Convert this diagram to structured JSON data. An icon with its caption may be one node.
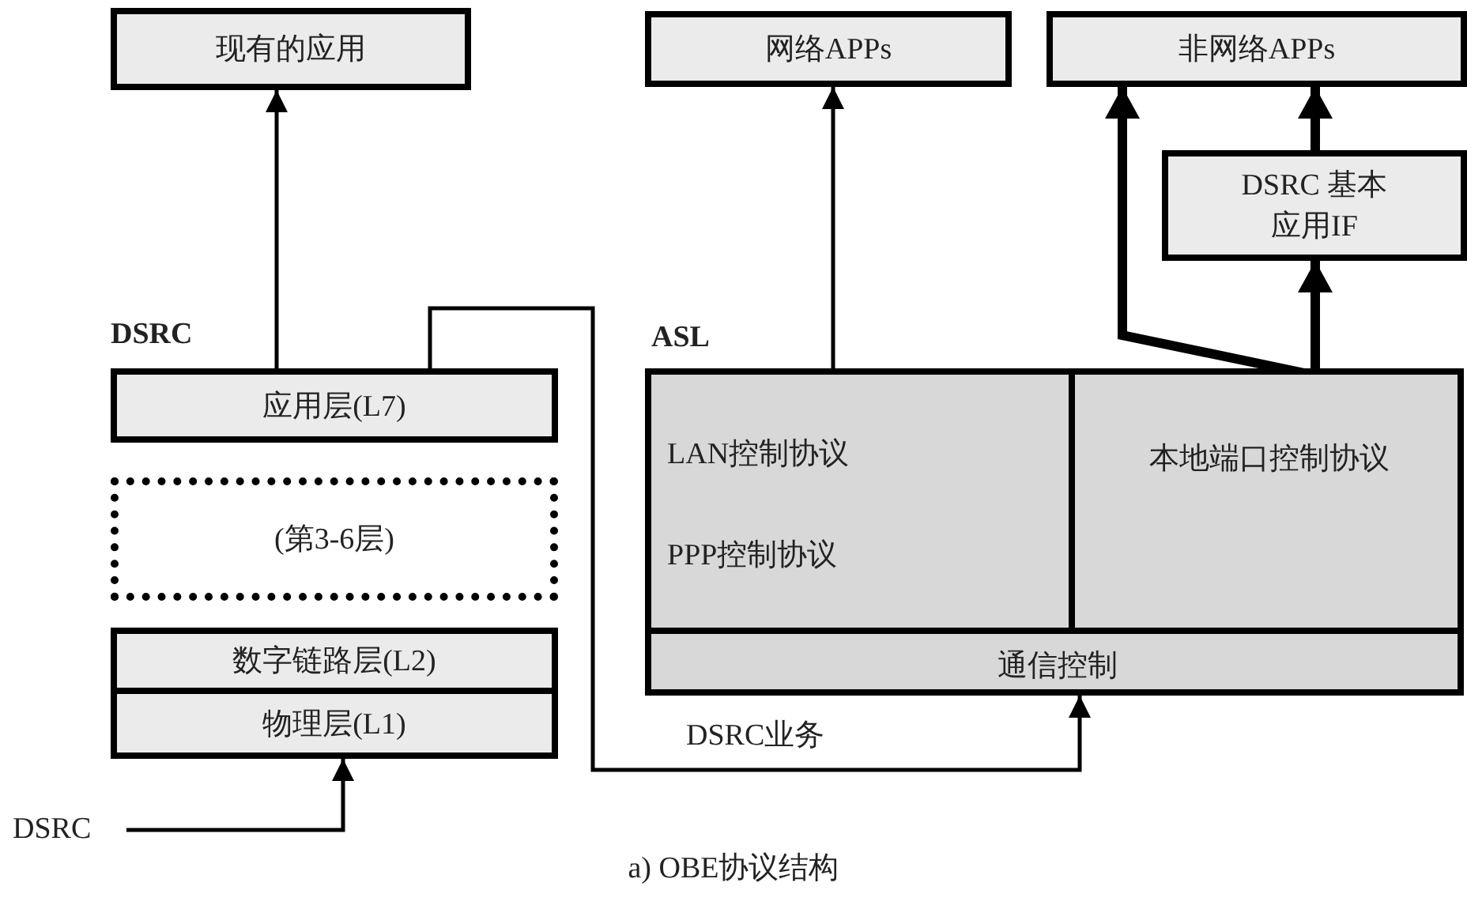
{
  "diagram": {
    "caption": "a) OBE协议结构",
    "nodes": [
      {
        "text": [
          "现有的应用"
        ]
      },
      {
        "text": [
          "网络APPs"
        ]
      },
      {
        "text": [
          "非网络APPs"
        ]
      },
      {
        "text": [
          "DSRC 基本应用IF"
        ]
      },
      {
        "text": [
          "ASL"
        ]
      },
      {
        "text": [
          "LAN控制协议",
          "PPP控制协议"
        ],
        "in": 4
      },
      {
        "text": [
          "本地端口控制协议"
        ],
        "in": 4
      },
      {
        "text": [
          "通信控制"
        ],
        "in": 4
      },
      {
        "text": [
          "应用层(L7)"
        ],
        "beside": [
          "DSRC"
        ]
      },
      {
        "text": [
          "(第3-6层)"
        ]
      },
      {
        "text": [
          "数字链路层(L2)"
        ]
      },
      {
        "text": [
          "物理层(L1)"
        ]
      },
      {
        "text": [
          "DSRC"
        ]
      }
    ],
    "edges": [
      {
        "from": 8,
        "to": 0,
        "arrow": "to"
      },
      {
        "from": 5,
        "to": 1,
        "arrow": "to"
      },
      {
        "from": 6,
        "to": 2,
        "arrow": "to",
        "style": "thick"
      },
      {
        "from": 6,
        "to": 3,
        "arrow": "to",
        "style": "thick"
      },
      {
        "from": 3,
        "to": 2,
        "arrow": "to",
        "style": "thick"
      },
      {
        "from": 8,
        "to": 7,
        "arrow": "to",
        "label": "DSRC业务"
      },
      {
        "from": 12,
        "to": 11,
        "arrow": "to"
      }
    ]
  }
}
